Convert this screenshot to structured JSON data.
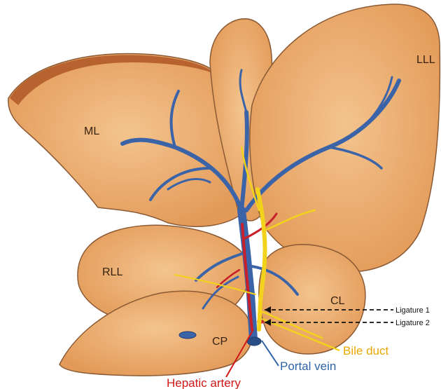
{
  "lobes": {
    "ml": "ML",
    "lll": "LLL",
    "rll": "RLL",
    "cl": "CL",
    "cp": "CP"
  },
  "ligatures": {
    "ligature_1": "Ligature 1",
    "ligature_2": "Ligature 2"
  },
  "vessels": {
    "bile_duct": "Bile duct",
    "portal_vein": "Portal vein",
    "hepatic_artery": "Hepatic artery"
  },
  "colors": {
    "liver_fill": "#e9a766",
    "liver_light": "#f2c088",
    "liver_outline": "#8a5a35",
    "portal_vein": "#3b63a8",
    "hepatic_artery": "#c8202a",
    "bile_duct": "#f2d21a",
    "bile_duct_label": "#e8a800",
    "portal_vein_label": "#2e63a8",
    "hepatic_artery_label": "#d01818"
  }
}
